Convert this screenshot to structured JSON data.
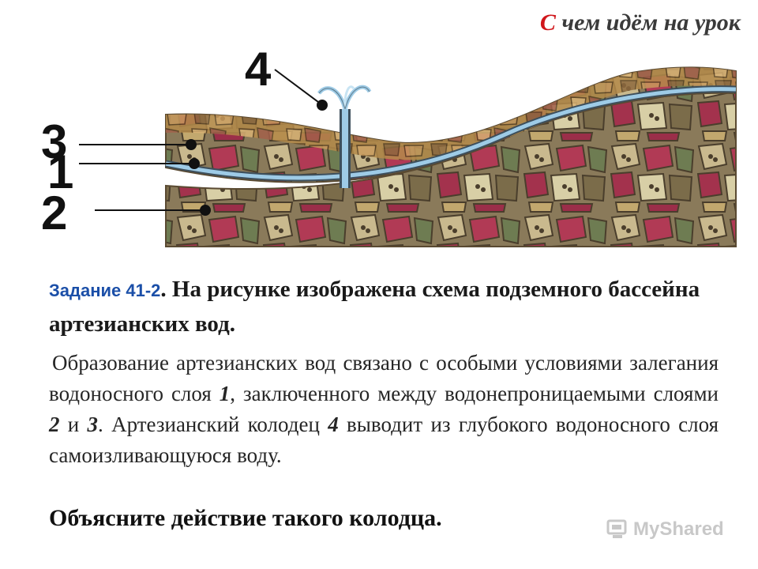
{
  "header": {
    "title_first": "С",
    "title_rest": " чем идём на урок"
  },
  "diagram": {
    "labels": {
      "well": "4",
      "impermeable_top": "3",
      "aquifer": "1",
      "impermeable_bottom": "2"
    }
  },
  "task": {
    "label": "Задание 41-2",
    "text": ". На рисунке изображена схема подземного бассейна артезианских вод."
  },
  "explanation": {
    "p1": "Образование артезианских вод связано с особыми условиями залегания водоносного слоя ",
    "n1": "1",
    "p2": ", заключенного между водонепроницаемыми слоями ",
    "n2": "2",
    "p3": " и ",
    "n3": "3",
    "p4": ". Артезианский колодец ",
    "n4": "4",
    "p5": " выводит из глубокого водоносного слоя самоизливающуюся воду."
  },
  "question": "Объясните действие такого колодца.",
  "watermark": {
    "text": "MyShared",
    "icon": "myshared-logo-icon"
  },
  "colors": {
    "accent": "#d0161b",
    "task_label": "#1b4fa8",
    "water": "#9ecbe6"
  }
}
